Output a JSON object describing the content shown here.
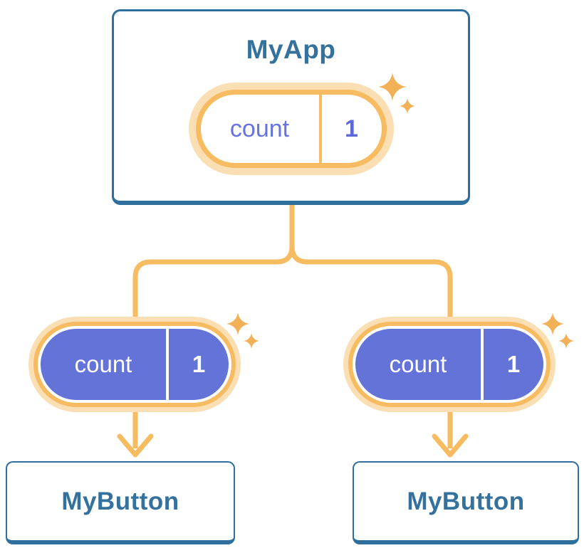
{
  "diagram": {
    "root": {
      "title": "MyApp",
      "state": {
        "name": "count",
        "value": "1"
      }
    },
    "children": [
      {
        "title": "MyButton",
        "prop": {
          "name": "count",
          "value": "1"
        }
      },
      {
        "title": "MyButton",
        "prop": {
          "name": "count",
          "value": "1"
        }
      }
    ]
  },
  "icons": {
    "sparkle": "sparkle-icon",
    "arrow": "arrow-down-icon"
  },
  "colors": {
    "card_border_blue": "#2e6f9e",
    "card_text_blue": "#35719d",
    "connector_orange": "#f7bc62",
    "halo_light_orange": "#fbdfb4",
    "pill_purple": "#6473d8",
    "pill_purple_text": "#6673e0",
    "sparkle_orange": "#f2b057",
    "background": "#ffffff"
  }
}
